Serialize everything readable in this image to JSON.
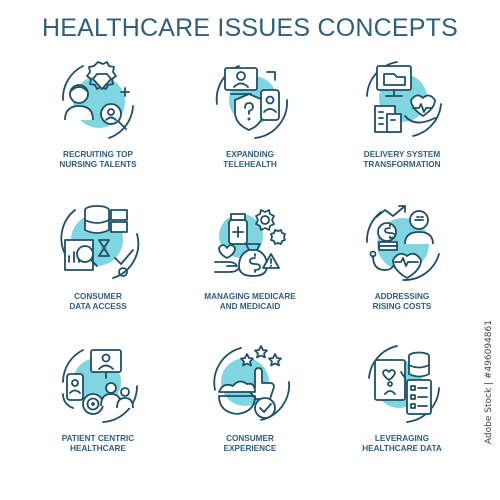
{
  "title": "HEALTHCARE ISSUES CONCEPTS",
  "watermark": "Adobe Stock | #496094861",
  "colors": {
    "outline": "#1f4f66",
    "accent": "#7fd6e0",
    "text": "#2f5f7a"
  },
  "concepts": [
    {
      "icon": "nursing-talent-icon",
      "line1": "RECRUITING TOP",
      "line2": "NURSING TALENTS"
    },
    {
      "icon": "telehealth-icon",
      "line1": "EXPANDING",
      "line2": "TELEHEALTH"
    },
    {
      "icon": "delivery-system-icon",
      "line1": "DELIVERY SYSTEM",
      "line2": "TRANSFORMATION"
    },
    {
      "icon": "data-access-icon",
      "line1": "CONSUMER",
      "line2": "DATA ACCESS"
    },
    {
      "icon": "medicare-icon",
      "line1": "MANAGING MEDICARE",
      "line2": "AND MEDICAID"
    },
    {
      "icon": "rising-costs-icon",
      "line1": "ADDRESSING",
      "line2": "RISING COSTS"
    },
    {
      "icon": "patient-centric-icon",
      "line1": "PATIENT CENTRIC",
      "line2": "HEALTHCARE"
    },
    {
      "icon": "consumer-experience-icon",
      "line1": "CONSUMER",
      "line2": "EXPERIENCE"
    },
    {
      "icon": "healthcare-data-icon",
      "line1": "LEVERAGING",
      "line2": "HEALTHCARE DATA"
    }
  ]
}
